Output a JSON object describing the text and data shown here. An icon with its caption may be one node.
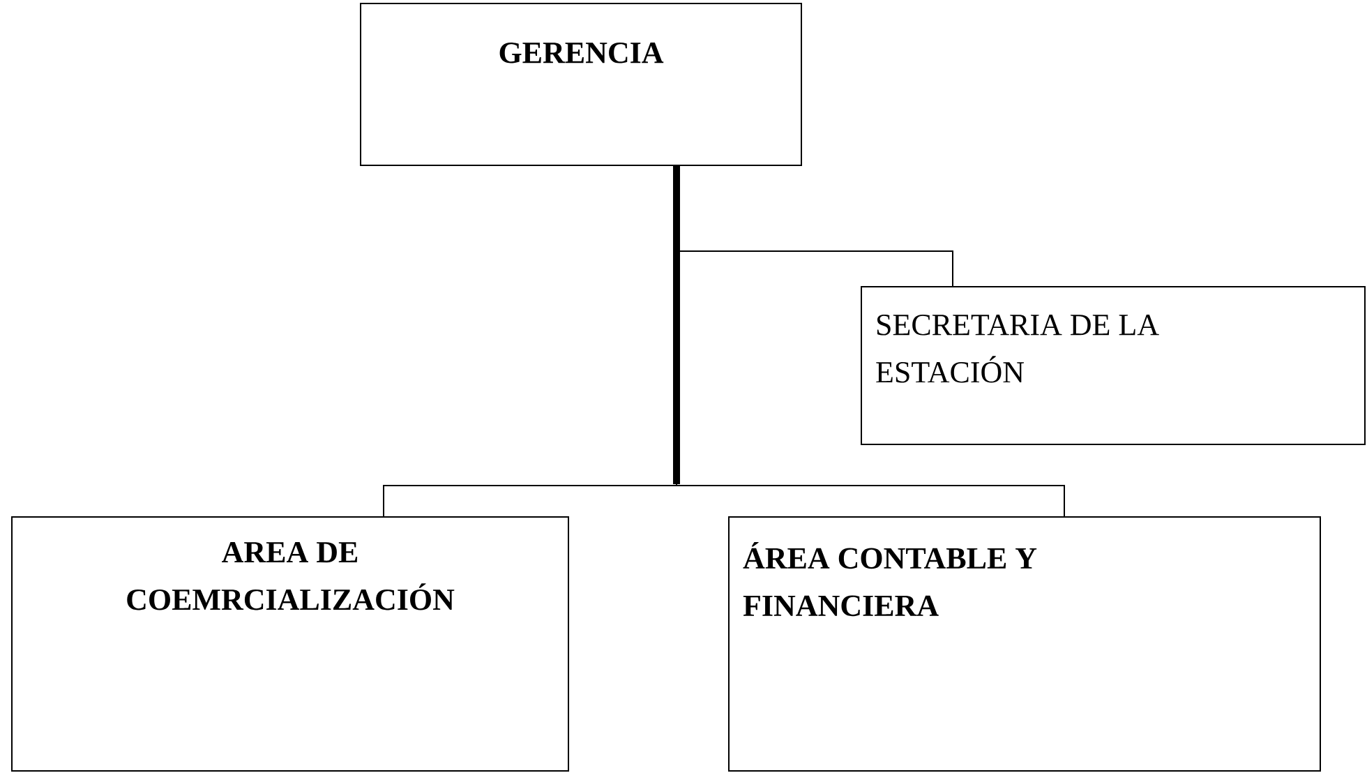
{
  "diagram": {
    "nodes": [
      {
        "text": [
          "GERENCIA"
        ]
      },
      {
        "text": [
          "SECRETARIA DE LA ESTACIÓN"
        ]
      },
      {
        "text": [
          "AREA DE COEMRCIALIZACIÓN"
        ]
      },
      {
        "text": [
          "ÁREA CONTABLE Y FINANCIERA"
        ]
      }
    ],
    "edges": [
      {
        "from": 0,
        "to": 1,
        "arrow": "none"
      },
      {
        "from": 0,
        "to": 2,
        "arrow": "none"
      },
      {
        "from": 0,
        "to": 3,
        "arrow": "none"
      }
    ]
  }
}
